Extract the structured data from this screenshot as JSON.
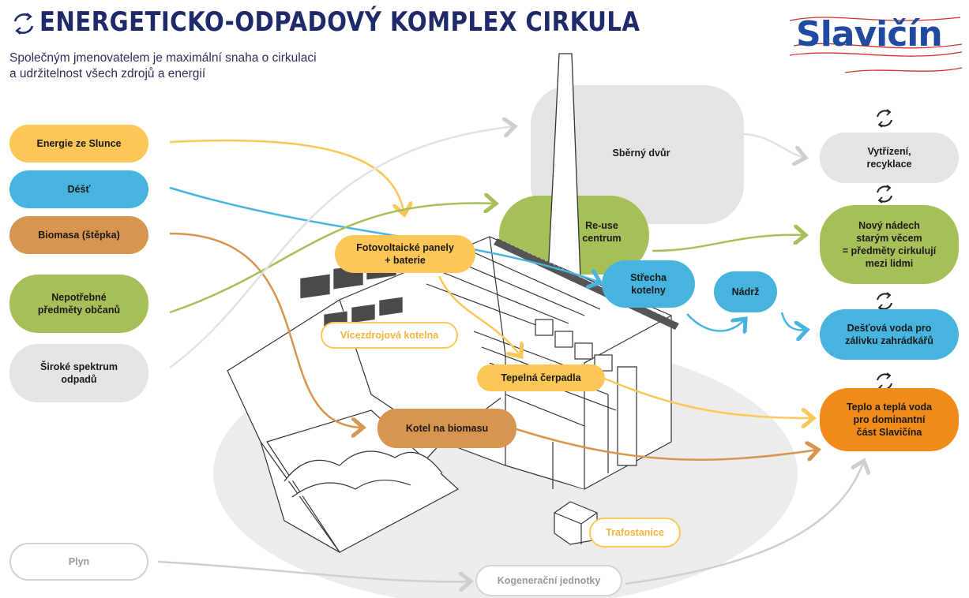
{
  "header": {
    "title": "ENERGETICKO-ODPADOVÝ KOMPLEX CIRKULA",
    "subtitle": "Společným jmenovatelem je maximální snaha o cirkulaci\na udržitelnost všech zdrojů a energií",
    "logo": "Slavičín"
  },
  "inputs": {
    "sun": "Energie ze Slunce",
    "rain": "Déšť",
    "biomass": "Biomasa (štěpka)",
    "unused_items": "Nepotřebné\npředměty občanů",
    "waste": "Široké spektrum\nodpadů",
    "gas": "Plyn"
  },
  "facility": {
    "collection_yard": "Sběrný dvůr",
    "reuse_center": "Re-use\ncentrum",
    "pv_panels": "Fotovoltaické panely\n+ baterie",
    "roof": "Střecha\nkotelny",
    "tank": "Nádrž",
    "multi_source_boiler": "Vícezdrojová kotelna",
    "heat_pumps": "Tepelná čerpadla",
    "biomass_boiler": "Kotel na biomasu",
    "transformer": "Trafostanice",
    "cogeneration": "Kogenerační jednotky"
  },
  "outputs": {
    "sorting": "Vytřízení,\nrecyklace",
    "new_life": "Nový nádech\nstarým věcem\n= předměty cirkulují\nmezi lidmi",
    "rainwater": "Dešťová voda pro\nzálivku zahrádkářů",
    "heat": "Teplo a teplá voda\npro dominantní\nčást Slavičína"
  },
  "icons": {
    "title_icon": "recycle-icon",
    "output_icon": "recycle-icon"
  },
  "colors": {
    "navy": "#1f2a6b",
    "yellow": "#fcc757",
    "blue": "#46b4df",
    "brown": "#d8954f",
    "green": "#a6bf59",
    "grey": "#e4e4e4",
    "orange": "#f08a18"
  }
}
